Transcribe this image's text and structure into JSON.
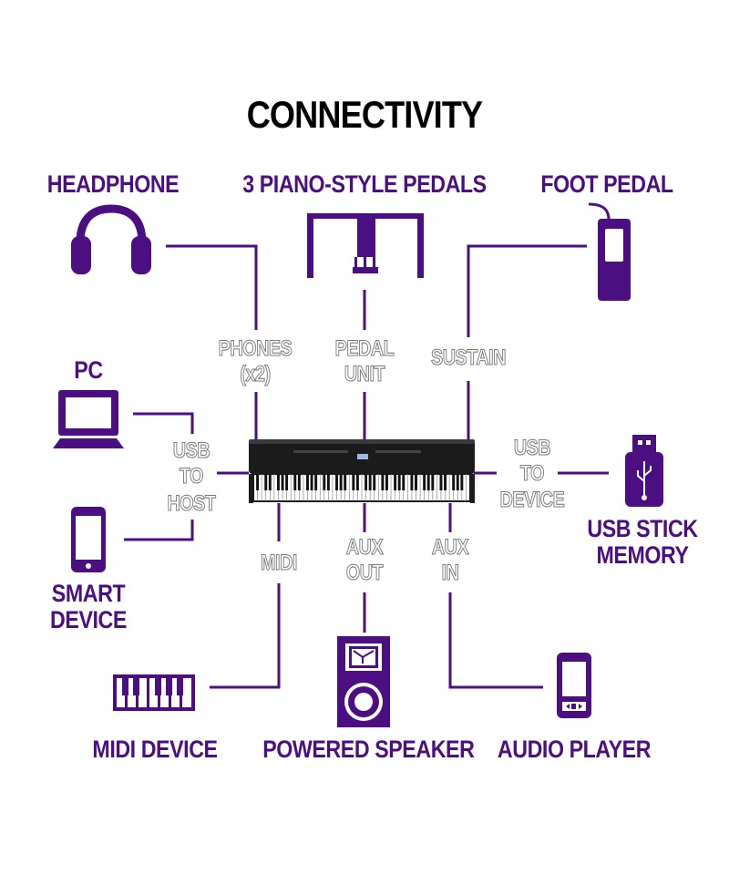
{
  "title": "CONNECTIVITY",
  "colors": {
    "accent": "#4b0f82",
    "line": "#4b0f82",
    "piano": "#1b1b1b",
    "port_outline": "#7a7a7a"
  },
  "devices": {
    "headphone": "HEADPHONE",
    "pedals": "3 PIANO-STYLE PEDALS",
    "foot_pedal": "FOOT PEDAL",
    "pc": "PC",
    "smart_device_line1": "SMART",
    "smart_device_line2": "DEVICE",
    "usb_memory_line1": "USB STICK",
    "usb_memory_line2": "MEMORY",
    "midi_device": "MIDI DEVICE",
    "powered_speaker": "POWERED SPEAKER",
    "audio_player": "AUDIO PLAYER"
  },
  "ports": {
    "phones_line1": "PHONES",
    "phones_line2": "(x2)",
    "pedal_line1": "PEDAL",
    "pedal_line2": "UNIT",
    "sustain": "SUSTAIN",
    "usb_host_line1": "USB",
    "usb_host_line2": "TO",
    "usb_host_line3": "HOST",
    "usb_device_line1": "USB",
    "usb_device_line2": "TO",
    "usb_device_line3": "DEVICE",
    "midi": "MIDI",
    "aux_out_line1": "AUX",
    "aux_out_line2": "OUT",
    "aux_in_line1": "AUX",
    "aux_in_line2": "IN"
  },
  "icons": [
    "headphone-icon",
    "piano-pedals-icon",
    "foot-pedal-icon",
    "laptop-icon",
    "smartphone-icon",
    "usb-stick-icon",
    "midi-keyboard-icon",
    "speaker-icon",
    "audio-player-icon",
    "digital-piano-image"
  ]
}
